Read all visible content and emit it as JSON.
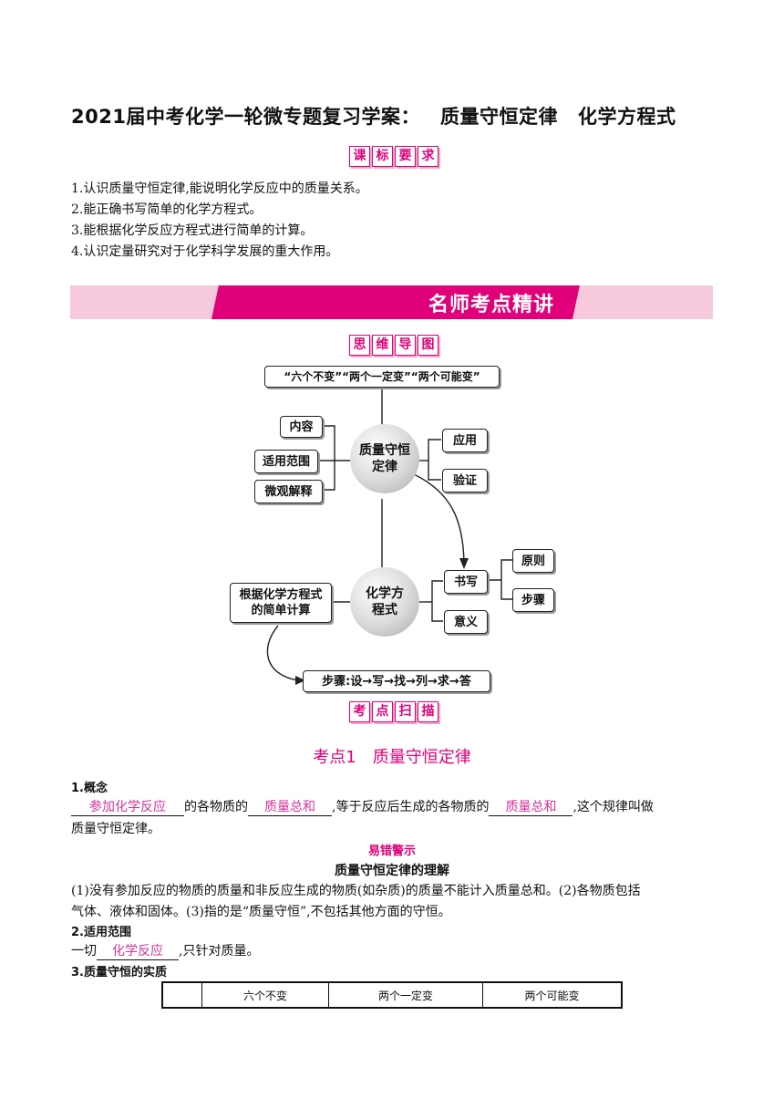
{
  "title": {
    "part1": "2021届中考化学一轮微专题复习学案：",
    "part2": "质量守恒定律",
    "part3": "化学方程式"
  },
  "badge_requirements": [
    "课",
    "标",
    "要",
    "求"
  ],
  "requirements": [
    "1.认识质量守恒定律,能说明化学反应中的质量关系。",
    "2.能正确书写简单的化学方程式。",
    "3.能根据化学反应方程式进行简单的计算。",
    "4.认识定量研究对于化学科学发展的重大作用。"
  ],
  "banner": "名师考点精讲",
  "badge_mindmap": [
    "思",
    "维",
    "导",
    "图"
  ],
  "mindmap": {
    "top": "“六个不变”“两个一定变”“两个可能变”",
    "left1": "内容",
    "left2": "适用范围",
    "left3": "微观解释",
    "circle1": "质量守恒定律",
    "right1": "应用",
    "right2": "验证",
    "circle2": "化学方程式",
    "calc": "根据化学方程式的简单计算",
    "write": "书写",
    "meaning": "意义",
    "principle": "原则",
    "steps_box": "步骤",
    "steps": "步骤:设→写→找→列→求→答"
  },
  "badge_scan": [
    "考",
    "点",
    "扫",
    "描"
  ],
  "section": "考点1　质量守恒定律",
  "concept": {
    "heading": "1.概念",
    "blank1": "参加化学反应",
    "text1": "的各物质的",
    "blank2": "质量总和",
    "text2": ",等于反应后生成的各物质的",
    "blank3": "质量总和",
    "text3": ",这个规律叫做",
    "text4": "质量守恒定律。"
  },
  "warning": {
    "label": "易错警示",
    "title": "质量守恒定律的理解",
    "line1": "(1)没有参加反应的物质的质量和非反应生成的物质(如杂质)的质量不能计入质量总和。(2)各物质包括",
    "line2": "气体、液体和固体。(3)指的是“质量守恒”,不包括其他方面的守恒。"
  },
  "scope": {
    "heading": "2.适用范围",
    "prefix": "一切",
    "blank": "化学反应",
    "suffix": ",只针对质量。"
  },
  "essence": {
    "heading": "3.质量守恒的实质"
  },
  "table": {
    "headers": [
      "",
      "六个不变",
      "两个一定变",
      "两个可能变"
    ]
  }
}
